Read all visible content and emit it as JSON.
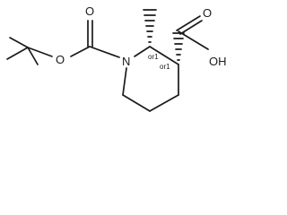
{
  "molecule": {
    "atoms": {
      "ester_oxygen": "O",
      "carbonyl_oxygen_boc": "O",
      "ring_nitrogen": "N",
      "carbonyl_oxygen_acid": "O",
      "hydroxyl": "OH"
    },
    "stereo_labels": {
      "c2": "or1",
      "c3": "or1"
    }
  }
}
